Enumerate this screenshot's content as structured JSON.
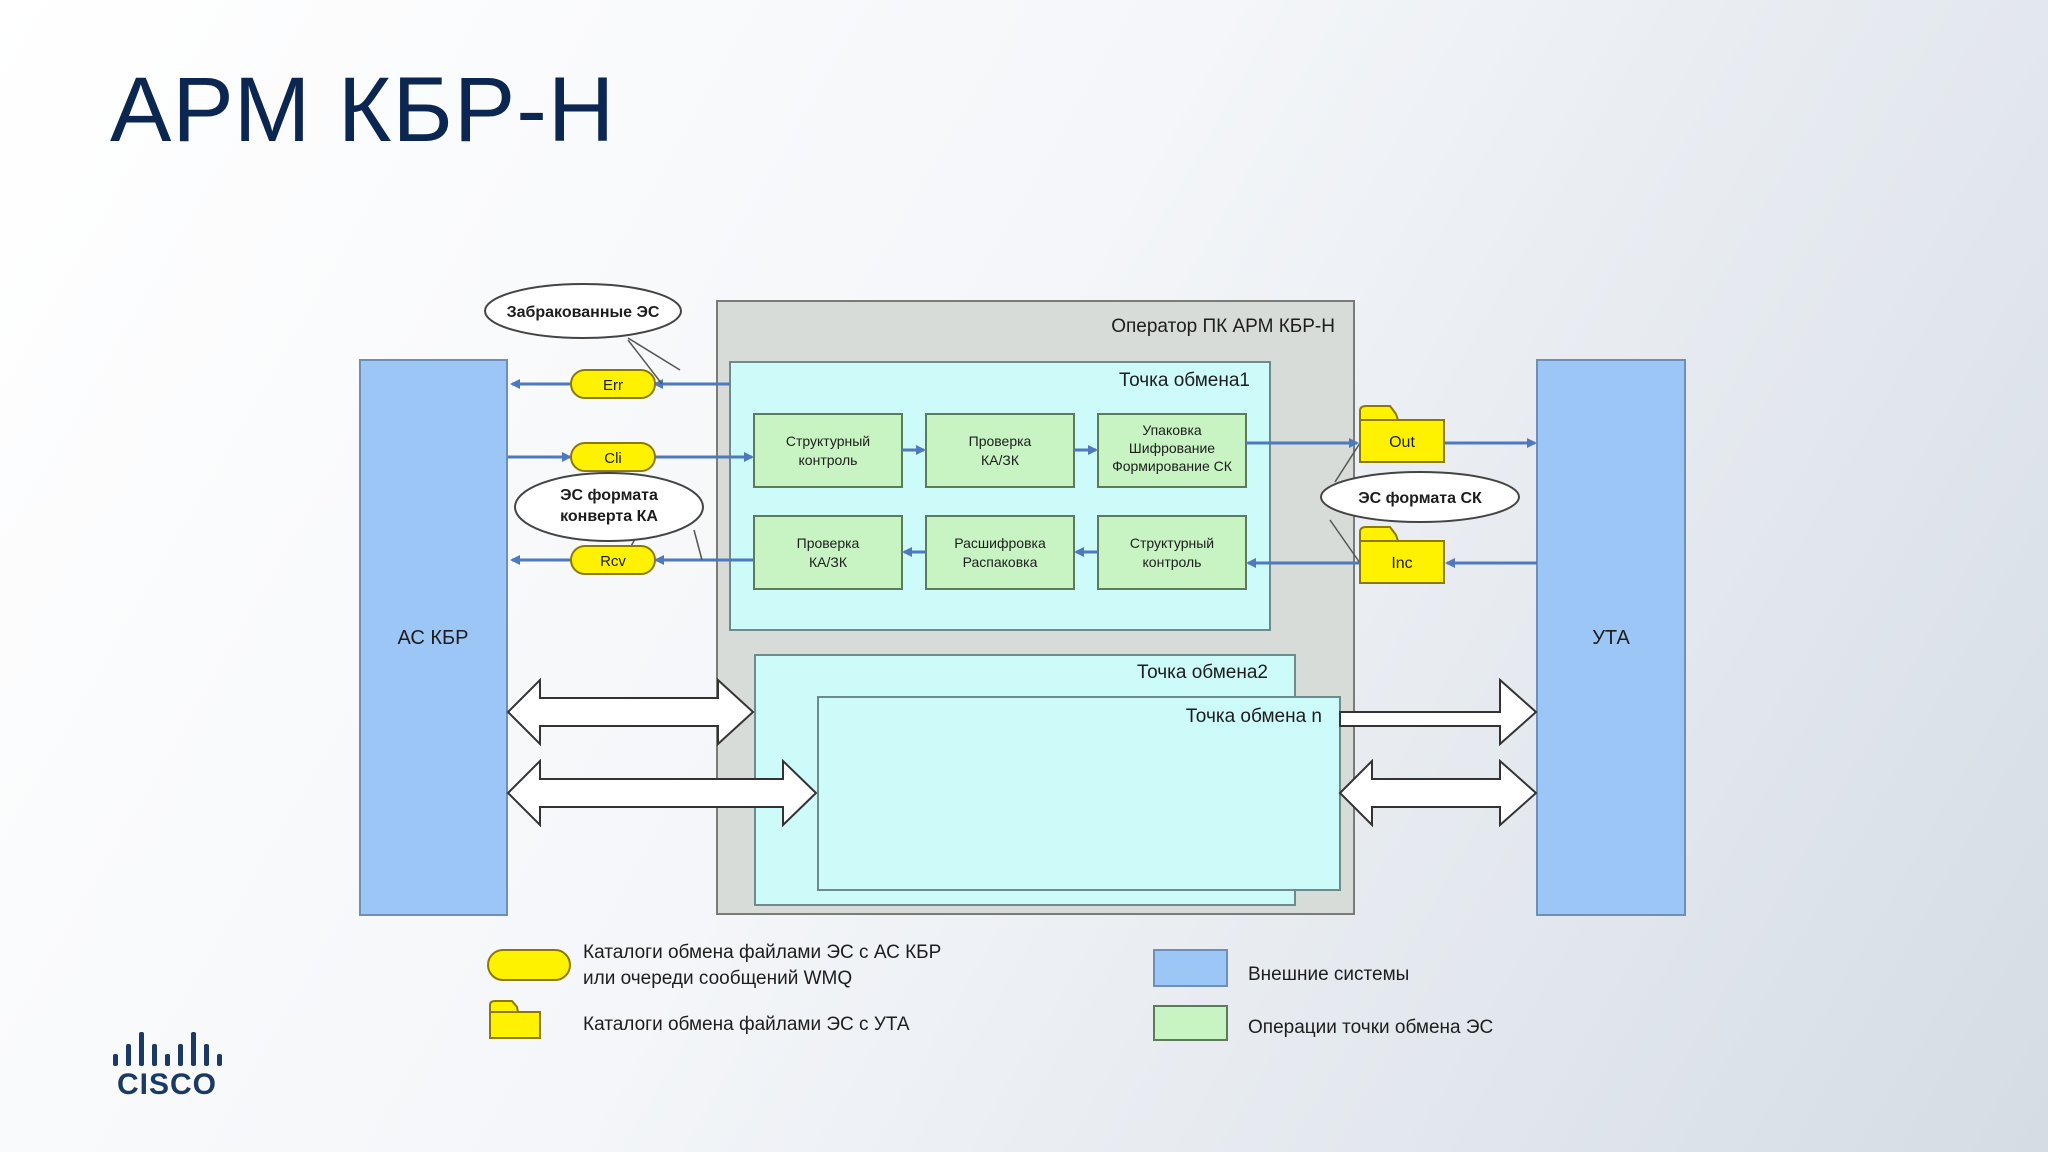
{
  "title": "АРМ КБР-Н",
  "diagram": {
    "external_left": "АС КБР",
    "external_right": "УТА",
    "operator_label": "Оператор ПК АРМ КБР-Н",
    "exchange_point_1": "Точка обмена1",
    "exchange_point_2": "Точка обмена2",
    "exchange_point_n": "Точка обмена n",
    "callout_rejected": "Забракованные ЭС",
    "callout_ka_format": [
      "ЭС формата",
      "конверта КА"
    ],
    "callout_sk_format": "ЭС формата СК",
    "catalog_err": "Err",
    "catalog_cli": "Cli",
    "catalog_rcv": "Rcv",
    "folder_out": "Out",
    "folder_inc": "Inc",
    "op_structural_top": [
      "Структурный",
      "контроль"
    ],
    "op_check_top": [
      "Проверка",
      "КА/ЗК"
    ],
    "op_pack": [
      "Упаковка",
      "Шифрование",
      "Формирование СК"
    ],
    "op_check_bottom": [
      "Проверка",
      "КА/ЗК"
    ],
    "op_decrypt": [
      "Расшифровка",
      "Распаковка"
    ],
    "op_structural_bottom": [
      "Структурный",
      "контроль"
    ]
  },
  "legend": {
    "yellow_catalog": [
      "Каталоги обмена файлами ЭС с АС КБР",
      "или очереди сообщений WMQ"
    ],
    "folder_catalog": "Каталоги обмена файлами ЭС с УТА",
    "external_systems": "Внешние системы",
    "exchange_operations": "Операции точки обмена ЭС"
  },
  "logo": {
    "word": "CISCO"
  },
  "colors": {
    "title": "#0b2650",
    "external": "#9cc6f5",
    "operator": "#d8dcd8",
    "exchange_point": "#ccfbfa",
    "operation": "#c8f4c4",
    "catalog": "#fff200",
    "arrow": "#4f79be"
  }
}
